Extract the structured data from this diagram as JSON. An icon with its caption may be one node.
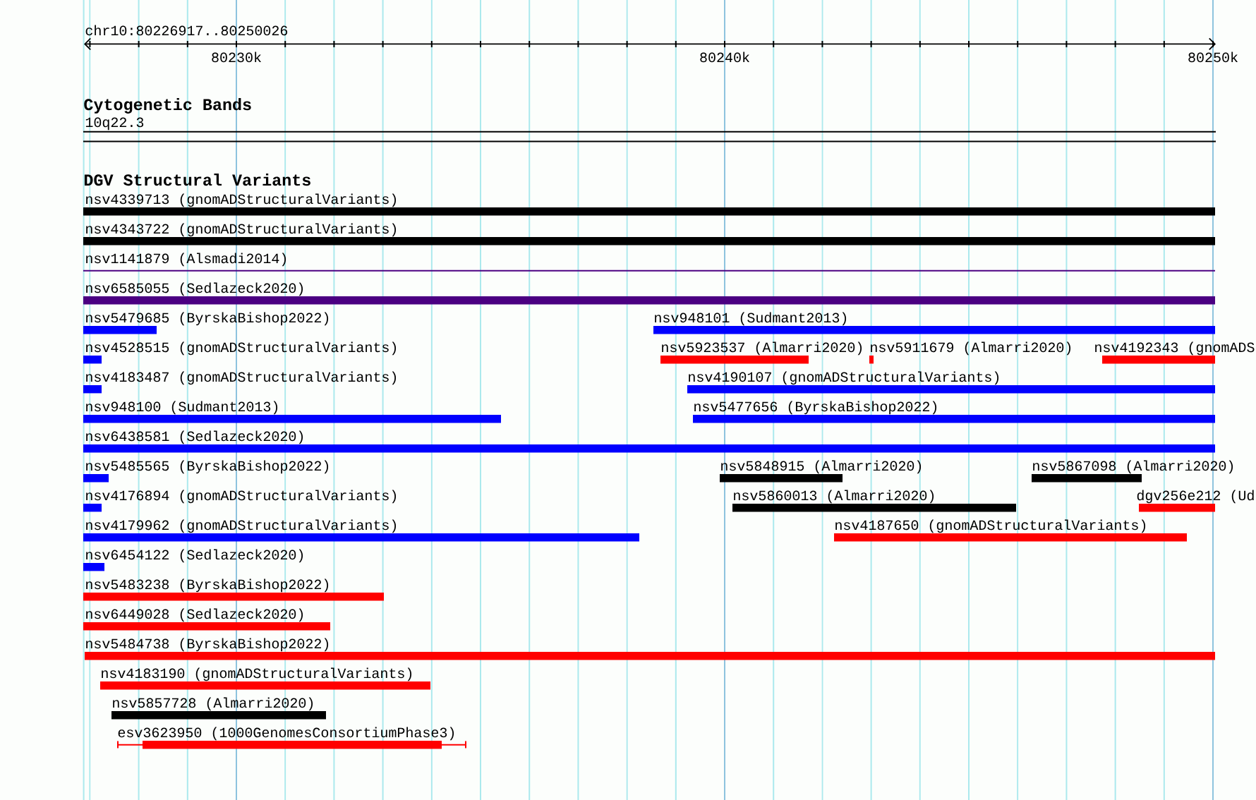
{
  "diagram": {
    "nodes": [
      {
        "text": [
          "10q22.3"
        ]
      },
      {
        "text": [
          "nsv4339713 (gnomADStructuralVariants)"
        ]
      },
      {
        "text": [
          "nsv4343722 (gnomADStructuralVariants)"
        ]
      },
      {
        "text": [
          "nsv1141879 (Alsmadi2014)"
        ]
      },
      {
        "text": [
          "nsv6585055 (Sedlazeck2020)"
        ]
      },
      {
        "text": [
          "nsv5479685 (ByrskaBishop2022)"
        ]
      },
      {
        "text": [
          "nsv948101 (Sudmant2013)"
        ]
      },
      {
        "text": [
          "nsv4528515 (gnomADStructuralVariants)"
        ]
      },
      {
        "text": [
          "nsv5923537 (Almarri2020)"
        ]
      },
      {
        "text": [
          "nsv5911679 (Almarri2020)"
        ]
      },
      {
        "text": [
          "nsv4192343 (gnomADS"
        ]
      },
      {
        "text": [
          "nsv4183487 (gnomADStructuralVariants)"
        ]
      },
      {
        "text": [
          "nsv4190107 (gnomADStructuralVariants)"
        ]
      },
      {
        "text": [
          "nsv948100 (Sudmant2013)"
        ]
      },
      {
        "text": [
          "nsv5477656 (ByrskaBishop2022)"
        ]
      },
      {
        "text": [
          "nsv6438581 (Sedlazeck2020)"
        ]
      },
      {
        "text": [
          "nsv5485565 (ByrskaBishop2022)"
        ]
      },
      {
        "text": [
          "nsv5848915 (Almarri2020)"
        ]
      },
      {
        "text": [
          "nsv5867098 (Almarri2020)"
        ]
      },
      {
        "text": [
          "nsv4176894 (gnomADStructuralVariants)"
        ]
      },
      {
        "text": [
          "nsv5860013 (Almarri2020)"
        ]
      },
      {
        "text": [
          "dgv256e212 (Ud"
        ]
      },
      {
        "text": [
          "nsv4179962 (gnomADStructuralVariants)"
        ]
      },
      {
        "text": [
          "nsv4187650 (gnomADStructuralVariants)"
        ]
      },
      {
        "text": [
          "nsv6454122 (Sedlazeck2020)"
        ]
      },
      {
        "text": [
          "nsv5483238 (ByrskaBishop2022)"
        ]
      },
      {
        "text": [
          "nsv6449028 (Sedlazeck2020)"
        ]
      },
      {
        "text": [
          "nsv5484738 (ByrskaBishop2022)"
        ]
      },
      {
        "text": [
          "nsv4183190 (gnomADStructuralVariants)"
        ]
      },
      {
        "text": [
          "nsv5857728 (Almarri2020)"
        ]
      },
      {
        "text": [
          "esv3623950 (1000GenomesConsortiumPhase3)"
        ]
      }
    ],
    "labels": [
      "chr10:80226917..80250026",
      "80230k",
      "80240k",
      "80250k",
      "Cytogenetic Bands",
      "DGV Structural Variants"
    ]
  }
}
